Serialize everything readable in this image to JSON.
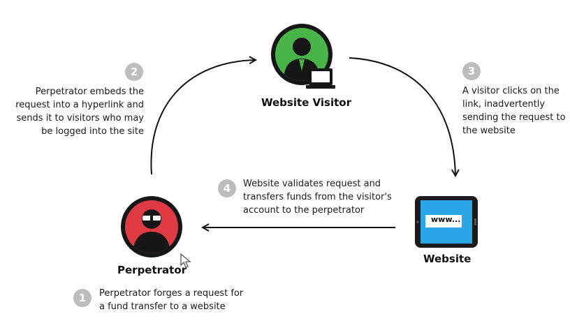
{
  "nodes": {
    "visitor": {
      "label": "Website Visitor"
    },
    "website": {
      "label": "Website",
      "screen_text": "www..."
    },
    "perpetrator": {
      "label": "Perpetrator"
    }
  },
  "steps": [
    {
      "number": "1",
      "text_lines": [
        "Perpetrator forges a request for",
        "a fund transfer to a website"
      ]
    },
    {
      "number": "2",
      "text_lines": [
        "Perpetrator embeds the",
        "request into a hyperlink  and",
        "sends it to visitors who may",
        "be logged into the site"
      ]
    },
    {
      "number": "3",
      "text_lines": [
        "A visitor clicks on the",
        "link, inadvertently",
        "sending the request to",
        "the website"
      ]
    },
    {
      "number": "4",
      "text_lines": [
        "Website validates request and",
        "transfers funds from the visitor's",
        "account to the  perpetrator"
      ]
    }
  ],
  "colors": {
    "visitor_accent": "#49b548",
    "perpetrator_accent": "#e03a44",
    "website_accent": "#2aa6e6",
    "badge": "#bdbdbd",
    "arrow": "#111111"
  },
  "icons": {
    "visitor": "person-with-laptop-icon",
    "perpetrator": "masked-hacker-icon",
    "website": "tablet-browser-icon"
  }
}
